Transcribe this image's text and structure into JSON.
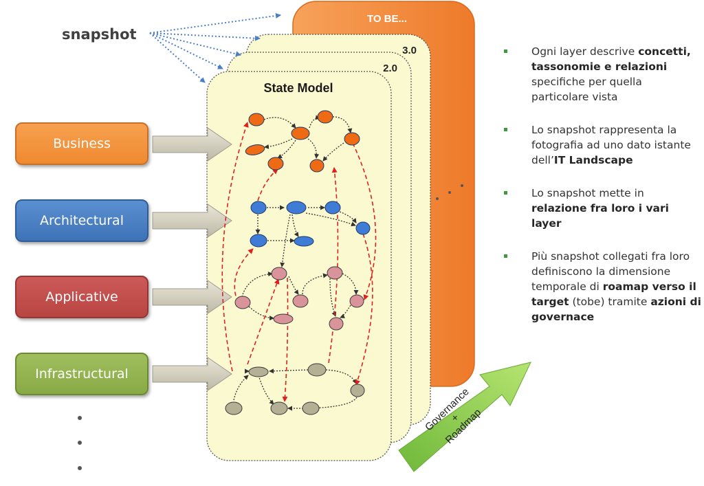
{
  "snapshot_label": "snapshot",
  "tobe_label": "TO BE...",
  "versions": [
    "3.0",
    "2.0"
  ],
  "state_model_title": "State Model",
  "layers": [
    {
      "id": "business",
      "label": "Business",
      "color": "#ef8a30"
    },
    {
      "id": "architectural",
      "label": "Architectural",
      "color": "#3f73b8"
    },
    {
      "id": "applicative",
      "label": "Applicative",
      "color": "#b84542"
    },
    {
      "id": "infrastructural",
      "label": "Infrastructural",
      "color": "#88aa46"
    }
  ],
  "governance_arrow": {
    "line1": "Governance",
    "line2": "+",
    "line3": "Roadmap"
  },
  "bullets": [
    {
      "segments": [
        {
          "text": "Ogni layer descrive ",
          "bold": false
        },
        {
          "text": "concetti, tassonomie e relazioni",
          "bold": true
        },
        {
          "text": " specifiche per quella particolare vista",
          "bold": false
        }
      ]
    },
    {
      "segments": [
        {
          "text": "Lo snapshot rappresenta la fotografia ad uno dato istante dell’",
          "bold": false
        },
        {
          "text": "IT Landscape",
          "bold": true
        }
      ]
    },
    {
      "segments": [
        {
          "text": "Lo snapshot mette in ",
          "bold": false
        },
        {
          "text": "relazione fra loro i vari layer",
          "bold": true
        }
      ]
    },
    {
      "segments": [
        {
          "text": "Più snapshot collegati fra loro definiscono la dimensione temporale di ",
          "bold": false
        },
        {
          "text": "roamap verso il target",
          "bold": true
        },
        {
          "text": " (tobe) tramite ",
          "bold": false
        },
        {
          "text": "azioni di governace",
          "bold": true
        }
      ]
    }
  ],
  "colors": {
    "tobe": "#f28a3c",
    "panel": "#fbf9cf",
    "business_node": "#ee6a14",
    "architectural_node": "#3e7cd6",
    "applicative_node": "#d9939b",
    "infrastructural_node": "#b3b096",
    "cross_link": "#e02020",
    "snapshot_arrow": "#4a7fc8",
    "governance_arrow": "#8ed24e"
  }
}
